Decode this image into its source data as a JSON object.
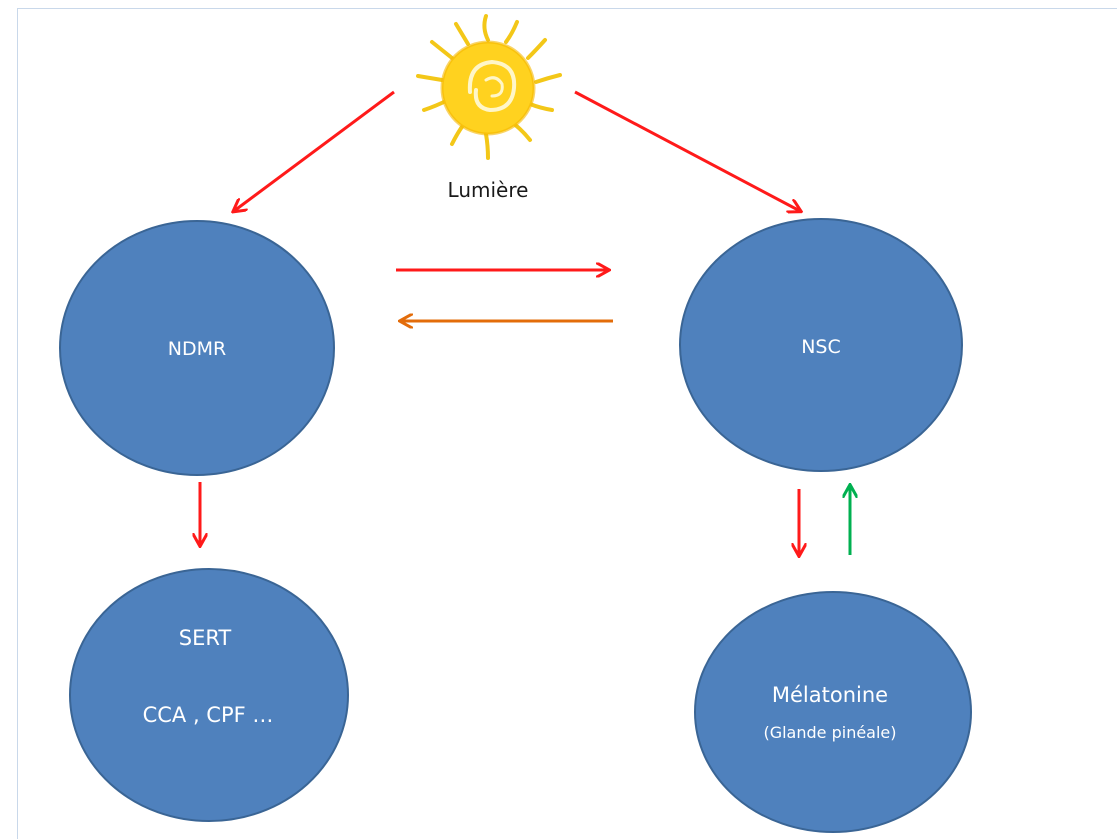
{
  "diagram": {
    "sun_label": "Lumière",
    "nodes": {
      "ndmr": {
        "label": "NDMR"
      },
      "nsc": {
        "label": "NSC"
      },
      "sert": {
        "label": "SERT",
        "sublabel": "CCA , CPF …"
      },
      "melatonine": {
        "label": "Mélatonine",
        "sublabel": "(Glande pinéale)"
      }
    }
  },
  "colors": {
    "node_fill": "#4f81bd",
    "node_stroke": "#3a6595",
    "arrow_red": "#ff1a1a",
    "arrow_orange": "#e36c0a",
    "arrow_green": "#00b050",
    "sun": "#ffd21f",
    "sun_ray": "#f2c200"
  },
  "icons": {
    "sun": "sun-icon"
  }
}
